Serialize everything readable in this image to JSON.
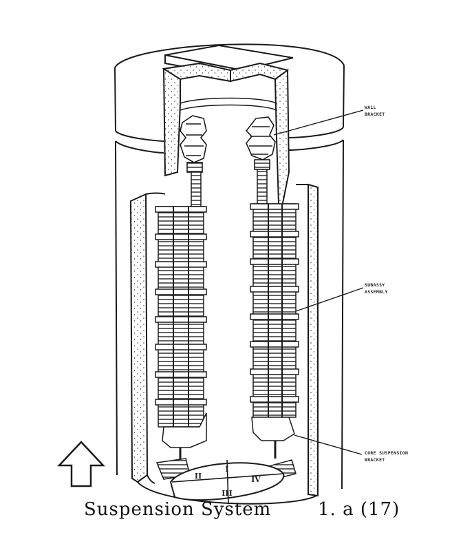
{
  "labels": {
    "wall_bracket_line1": "WALL",
    "wall_bracket_line2": "BRACKET",
    "assembly_line1": "SUBASSY",
    "assembly_line2": "ASSEMBLY",
    "core_bracket_line1": "CORE SUSPENSION",
    "core_bracket_line2": "BRACKET"
  },
  "quadrants": [
    "I",
    "II",
    "III",
    "IV"
  ],
  "caption": {
    "title": "Suspension System",
    "ref": "1. a (17)"
  },
  "colors": {
    "ink": "#1a1a1a",
    "paper": "#ffffff"
  },
  "icons": {
    "direction_arrow": "up-arrow-icon"
  }
}
